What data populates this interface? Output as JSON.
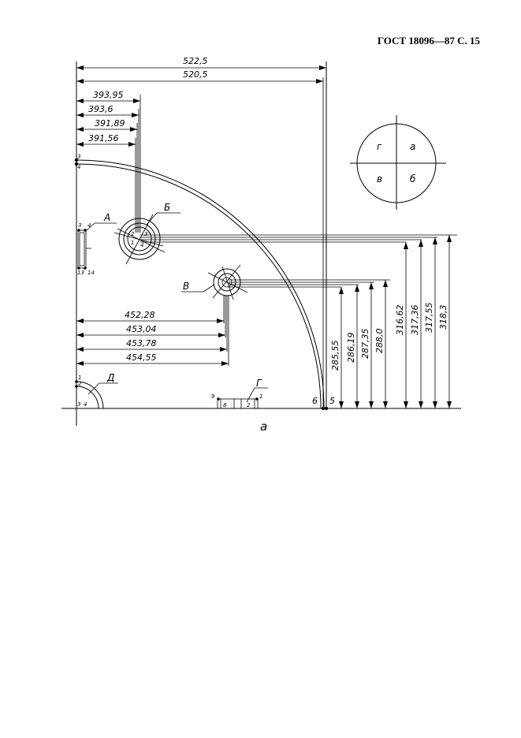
{
  "header": {
    "text": "ГОСТ 18096—87 С. 15"
  },
  "dims": {
    "top1": "522,5",
    "top2": "520,5",
    "left1": "393,95",
    "left2": "393,6",
    "left3": "391,89",
    "left4": "391,56",
    "mid1": "452,28",
    "mid2": "453,04",
    "mid3": "453,78",
    "mid4": "454,55",
    "v1": "285,55",
    "v2": "286,19",
    "v3": "287,35",
    "v4": "288,0",
    "v5": "316,62",
    "v6": "317,36",
    "v7": "317,55",
    "v8": "318,3"
  },
  "labels": {
    "A": "А",
    "B": "Б",
    "V": "В",
    "G": "Г",
    "D": "Д",
    "caption": "а",
    "pt6": "6",
    "pt5": "5"
  },
  "quadrants": {
    "g": "г",
    "a": "а",
    "v": "в",
    "b": "б"
  },
  "nums": {
    "n1": "1",
    "n2": "2",
    "n3": "3",
    "n4": "4",
    "n5": "5",
    "n8": "8",
    "n9": "9",
    "n13": "13",
    "n14": "14"
  }
}
